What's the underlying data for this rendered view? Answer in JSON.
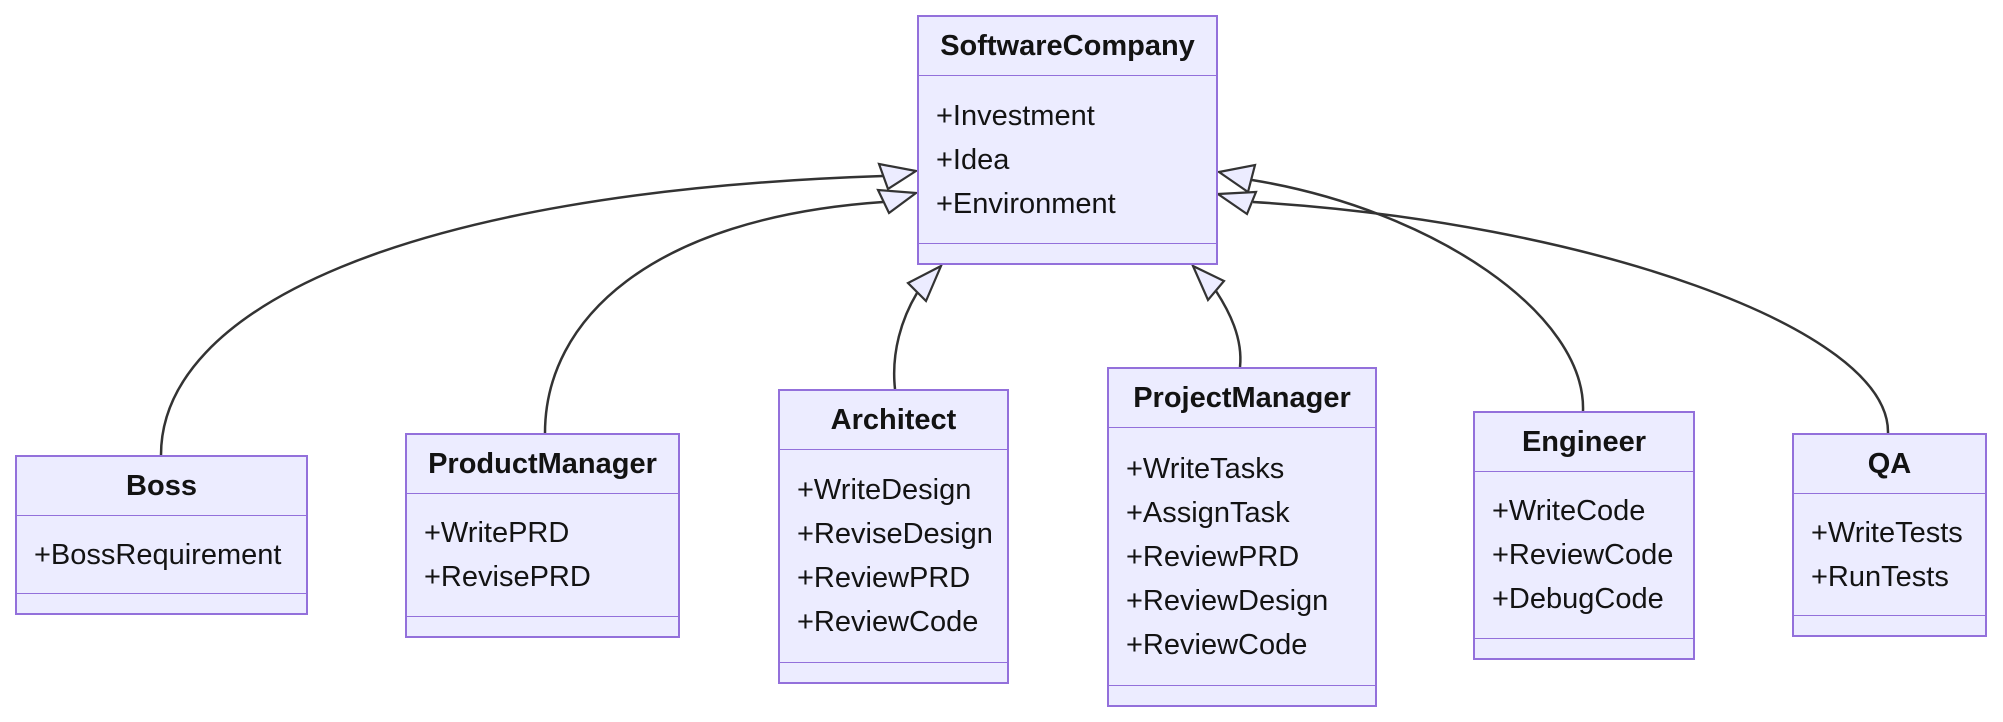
{
  "diagram": {
    "type": "uml-class-diagram",
    "classes": [
      {
        "name": "SoftwareCompany",
        "attributes": [
          "+Investment",
          "+Idea",
          "+Environment"
        ],
        "methods": []
      },
      {
        "name": "Boss",
        "attributes": [
          "+BossRequirement"
        ],
        "methods": []
      },
      {
        "name": "ProductManager",
        "attributes": [
          "+WritePRD",
          "+RevisePRD"
        ],
        "methods": []
      },
      {
        "name": "Architect",
        "attributes": [
          "+WriteDesign",
          "+ReviseDesign",
          "+ReviewPRD",
          "+ReviewCode"
        ],
        "methods": []
      },
      {
        "name": "ProjectManager",
        "attributes": [
          "+WriteTasks",
          "+AssignTask",
          "+ReviewPRD",
          "+ReviewDesign",
          "+ReviewCode"
        ],
        "methods": []
      },
      {
        "name": "Engineer",
        "attributes": [
          "+WriteCode",
          "+ReviewCode",
          "+DebugCode"
        ],
        "methods": []
      },
      {
        "name": "QA",
        "attributes": [
          "+WriteTests",
          "+RunTests"
        ],
        "methods": []
      }
    ],
    "relationships": [
      {
        "from": "Boss",
        "to": "SoftwareCompany",
        "type": "inheritance"
      },
      {
        "from": "ProductManager",
        "to": "SoftwareCompany",
        "type": "inheritance"
      },
      {
        "from": "Architect",
        "to": "SoftwareCompany",
        "type": "inheritance"
      },
      {
        "from": "ProjectManager",
        "to": "SoftwareCompany",
        "type": "inheritance"
      },
      {
        "from": "Engineer",
        "to": "SoftwareCompany",
        "type": "inheritance"
      },
      {
        "from": "QA",
        "to": "SoftwareCompany",
        "type": "inheritance"
      }
    ]
  },
  "colors": {
    "node_fill": "#ECECFF",
    "node_border": "#9370DB",
    "edge": "#333333",
    "text": "#131313",
    "background": "#FFFFFF"
  }
}
